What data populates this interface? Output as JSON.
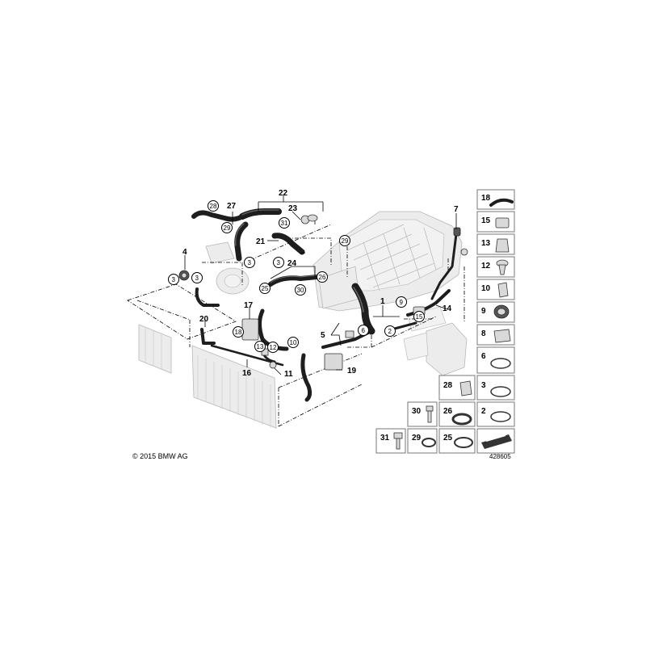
{
  "callouts": {
    "c1": "1",
    "c2": "2",
    "c3a": "3",
    "c3b": "3",
    "c3c": "3",
    "c3d": "3",
    "c4": "4",
    "c5": "5",
    "c6": "6",
    "c7": "7",
    "c9": "9",
    "c10": "10",
    "c11": "11",
    "c12": "12",
    "c13": "13",
    "c14": "14",
    "c15": "15",
    "c16": "16",
    "c17": "17",
    "c18": "18",
    "c19": "19",
    "c20": "20",
    "c21": "21",
    "c22": "22",
    "c23": "23",
    "c24": "24",
    "c25": "25",
    "c26": "26",
    "c27": "27",
    "c28": "28",
    "c29a": "29",
    "c29b": "29",
    "c30": "30",
    "c31": "31"
  },
  "legend_parts": {
    "p18": "18",
    "p15": "15",
    "p13": "13",
    "p12": "12",
    "p10": "10",
    "p9": "9",
    "p8": "8",
    "p6": "6",
    "p28": "28",
    "p3": "3",
    "p30": "30",
    "p26": "26",
    "p2": "2",
    "p31": "31",
    "p29": "29",
    "p25": "25"
  },
  "copyright": "© 2015 BMW AG",
  "diagram_number": "428605"
}
